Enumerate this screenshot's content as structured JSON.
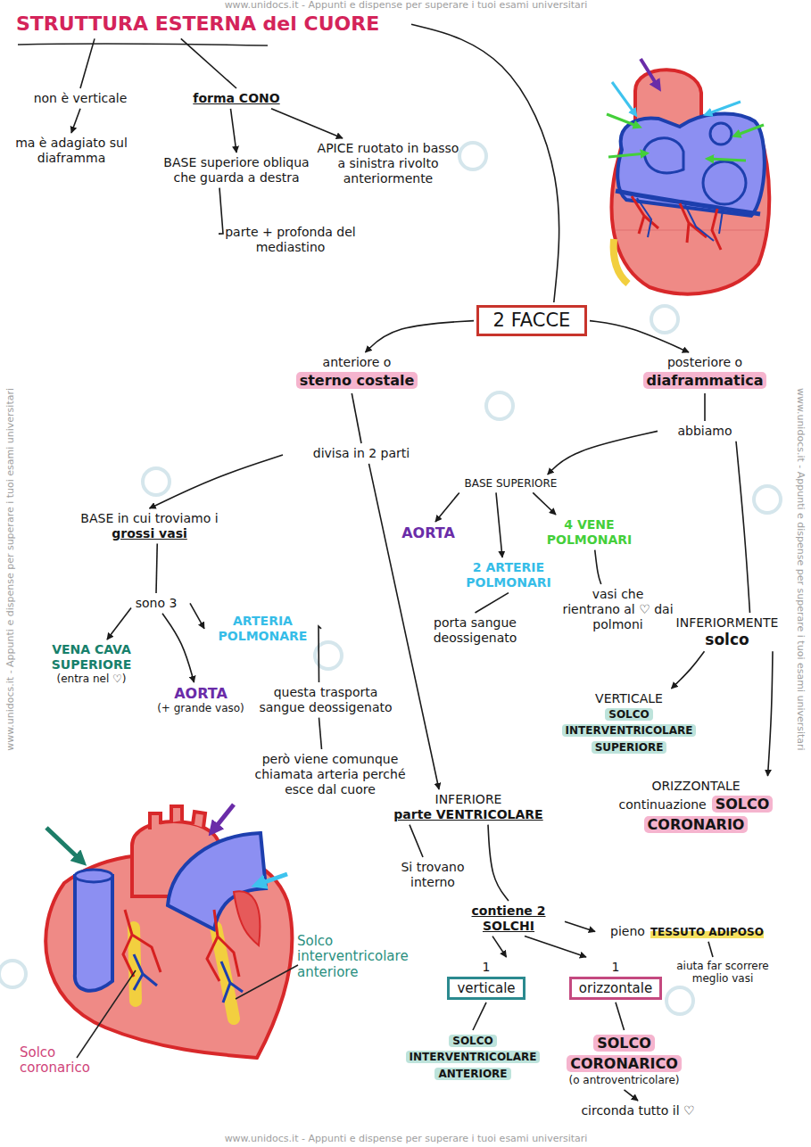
{
  "diagram": {
    "nodes": [
      {
        "text": [
          "STRUTTURA ESTERNA del CUORE"
        ]
      },
      {
        "text": [
          "non è verticale"
        ]
      },
      {
        "text": [
          "ma è adagiato sul diaframma"
        ]
      },
      {
        "text": [
          "forma CONO"
        ]
      },
      {
        "text": [
          "BASE superiore obliqua che guarda a destra"
        ]
      },
      {
        "text": [
          "parte + profonda del mediastino"
        ]
      },
      {
        "text": [
          "APICE ruotato in basso a sinistra rivolto anteriormente"
        ]
      },
      {
        "text": [
          "2 FACCE"
        ]
      },
      {
        "text": [
          "anteriore o",
          "sterno costale"
        ]
      },
      {
        "text": [
          "posteriore o",
          "diaframmatica"
        ]
      },
      {
        "text": [
          "divisa in 2 parti"
        ]
      },
      {
        "text": [
          "BASE in cui troviamo i",
          "grossi vasi"
        ]
      },
      {
        "text": [
          "sono 3"
        ]
      },
      {
        "text": [
          "VENA CAVA SUPERIORE",
          "(entra nel ♡)"
        ]
      },
      {
        "text": [
          "AORTA",
          "(+ grande vaso)"
        ]
      },
      {
        "text": [
          "ARTERIA POLMONARE"
        ]
      },
      {
        "text": [
          "questa trasporta sangue deossigenato"
        ]
      },
      {
        "text": [
          "però viene comunque chiamata arteria perché esce dal cuore"
        ]
      },
      {
        "text": [
          "INFERIORE",
          "parte VENTRICOLARE"
        ]
      },
      {
        "text": [
          "Si trovano interno"
        ]
      },
      {
        "text": [
          "contiene 2 SOLCHI"
        ]
      },
      {
        "text": [
          "pieno",
          "TESSUTO ADIPOSO"
        ]
      },
      {
        "text": [
          "aiuta far scorrere meglio vasi"
        ]
      },
      {
        "text": [
          "1",
          "verticale"
        ]
      },
      {
        "text": [
          "SOLCO INTERVENTRICOLARE ANTERIORE"
        ]
      },
      {
        "text": [
          "1",
          "orizzontale"
        ]
      },
      {
        "text": [
          "SOLCO CORONARICO",
          "(o antroventricolare)"
        ]
      },
      {
        "text": [
          "circonda tutto il ♡"
        ]
      },
      {
        "text": [
          "abbiamo"
        ]
      },
      {
        "text": [
          "BASE SUPERIORE"
        ]
      },
      {
        "text": [
          "AORTA"
        ]
      },
      {
        "text": [
          "2 ARTERIE POLMONARI"
        ]
      },
      {
        "text": [
          "porta sangue deossigenato"
        ]
      },
      {
        "text": [
          "4 VENE POLMONARI"
        ]
      },
      {
        "text": [
          "vasi che rientrano al ♡ dai polmoni"
        ]
      },
      {
        "text": [
          "INFERIORMENTE",
          "solco"
        ]
      },
      {
        "text": [
          "VERTICALE",
          "SOLCO INTERVENTRICOLARE SUPERIORE"
        ]
      },
      {
        "text": [
          "ORIZZONTALE",
          "continuazione",
          "SOLCO CORONARIO"
        ]
      }
    ],
    "edges": [
      {
        "from": 0,
        "to": 1,
        "arrow": "none"
      },
      {
        "from": 0,
        "to": 3,
        "arrow": "none"
      },
      {
        "from": 1,
        "to": 2,
        "arrow": "to"
      },
      {
        "from": 3,
        "to": 4,
        "arrow": "to"
      },
      {
        "from": 3,
        "to": 6,
        "arrow": "to"
      },
      {
        "from": 4,
        "to": 5,
        "arrow": "none"
      },
      {
        "from": 0,
        "to": 7,
        "arrow": "none"
      },
      {
        "from": 7,
        "to": 8,
        "arrow": "to"
      },
      {
        "from": 7,
        "to": 9,
        "arrow": "to"
      },
      {
        "from": 8,
        "to": 10,
        "arrow": "none"
      },
      {
        "from": 10,
        "to": 11,
        "arrow": "to"
      },
      {
        "from": 10,
        "to": 18,
        "arrow": "to"
      },
      {
        "from": 11,
        "to": 12,
        "arrow": "none"
      },
      {
        "from": 12,
        "to": 13,
        "arrow": "to"
      },
      {
        "from": 12,
        "to": 14,
        "arrow": "to"
      },
      {
        "from": 12,
        "to": 15,
        "arrow": "to"
      },
      {
        "from": 15,
        "to": 16,
        "arrow": "none"
      },
      {
        "from": 16,
        "to": 17,
        "arrow": "none"
      },
      {
        "from": 18,
        "to": 19,
        "arrow": "none"
      },
      {
        "from": 18,
        "to": 20,
        "arrow": "none"
      },
      {
        "from": 20,
        "to": 21,
        "arrow": "to"
      },
      {
        "from": 21,
        "to": 22,
        "arrow": "none"
      },
      {
        "from": 20,
        "to": 23,
        "arrow": "to"
      },
      {
        "from": 20,
        "to": 25,
        "arrow": "to"
      },
      {
        "from": 23,
        "to": 24,
        "arrow": "none"
      },
      {
        "from": 25,
        "to": 26,
        "arrow": "none"
      },
      {
        "from": 26,
        "to": 27,
        "arrow": "to"
      },
      {
        "from": 9,
        "to": 28,
        "arrow": "none"
      },
      {
        "from": 28,
        "to": 29,
        "arrow": "to"
      },
      {
        "from": 28,
        "to": 35,
        "arrow": "none"
      },
      {
        "from": 29,
        "to": 30,
        "arrow": "to"
      },
      {
        "from": 29,
        "to": 31,
        "arrow": "to"
      },
      {
        "from": 29,
        "to": 33,
        "arrow": "to"
      },
      {
        "from": 31,
        "to": 32,
        "arrow": "none"
      },
      {
        "from": 33,
        "to": 34,
        "arrow": "none"
      },
      {
        "from": 35,
        "to": 36,
        "arrow": "to"
      },
      {
        "from": 35,
        "to": 37,
        "arrow": "to"
      }
    ],
    "labels": [
      "www.unidocs.it - Appunti e dispense per superare i tuoi esami universitari",
      "Solco interventricolare anteriore",
      "Solco coronarico",
      "www.unidocs.it - Appunti e dispense per superare i tuoi esami universitari",
      "www.unidocs.it - Appunti e dispense per superare i tuoi esami universitari",
      "www.unidocs.it - Appunti e dispense per superare i tuoi esami universitari"
    ]
  }
}
